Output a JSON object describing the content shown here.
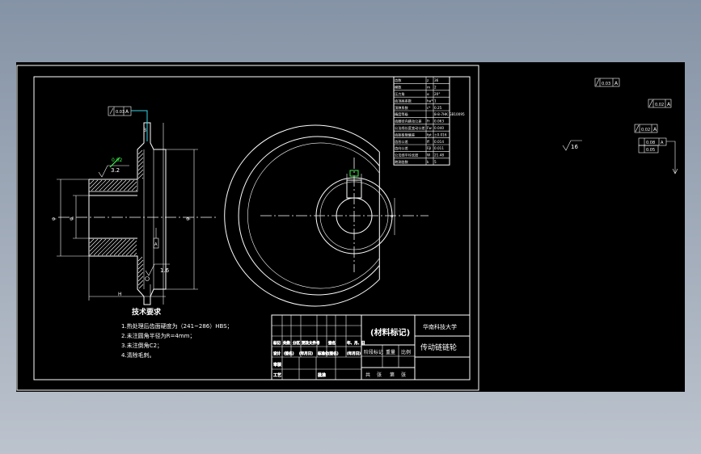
{
  "datum_label": "A",
  "gear_params": [
    [
      "齿数",
      "z",
      "36"
    ],
    [
      "模数",
      "m",
      "2"
    ],
    [
      "压力角",
      "α",
      "20°"
    ],
    [
      "齿顶高系数",
      "ha*",
      "1"
    ],
    [
      "顶隙系数",
      "c*",
      "0.25"
    ],
    [
      "精度等级",
      "",
      "8-8-7HK GB10095"
    ],
    [
      "齿圈径向跳动公差",
      "Fr",
      "0.063"
    ],
    [
      "公法线长度变动公差",
      "Fw",
      "0.040"
    ],
    [
      "齿距极限偏差",
      "fpt",
      "±0.016"
    ],
    [
      "齿形公差",
      "ff",
      "0.014"
    ],
    [
      "齿向公差",
      "Fβ",
      "0.011"
    ],
    [
      "公法线平均长度",
      "W",
      "21.48"
    ],
    [
      "跨测齿数",
      "k",
      "5"
    ]
  ],
  "roughness": {
    "main": "3.2",
    "side": "1.6",
    "right": "16"
  },
  "tolerances": {
    "runout1": "0.03",
    "runout2": "0.02",
    "flat1": "0.08",
    "flat2": "0.05",
    "sym": "0.02"
  },
  "section": {
    "dia1": "φ",
    "dia2": "φ",
    "dia3": "φ",
    "len": "H",
    "key": "B"
  },
  "tech_req": {
    "title": "技术要求",
    "items": [
      "1.热处理后齿面硬度为（241~286）HBS；",
      "2.未注圆角半径为R=4mm；",
      "3.未注倒角C2；",
      "4.清除毛刺。"
    ]
  },
  "title_block": {
    "material": "(材料标记)",
    "school": "华南科技大学",
    "part_name": "传动链链轮",
    "row_headers": [
      "标记",
      "处数",
      "分区",
      "更改文件号",
      "签名",
      "年、月、日"
    ],
    "design_row": [
      "设计",
      "(签名)",
      "(年月日)",
      "标准化",
      "(签名)",
      "(年月日)"
    ],
    "stage_headers": [
      "阶段标记",
      "重量",
      "比例"
    ],
    "review": "审核",
    "process": "工艺",
    "approve": "批准",
    "sheet": [
      "共",
      "张",
      "第",
      "张"
    ]
  }
}
